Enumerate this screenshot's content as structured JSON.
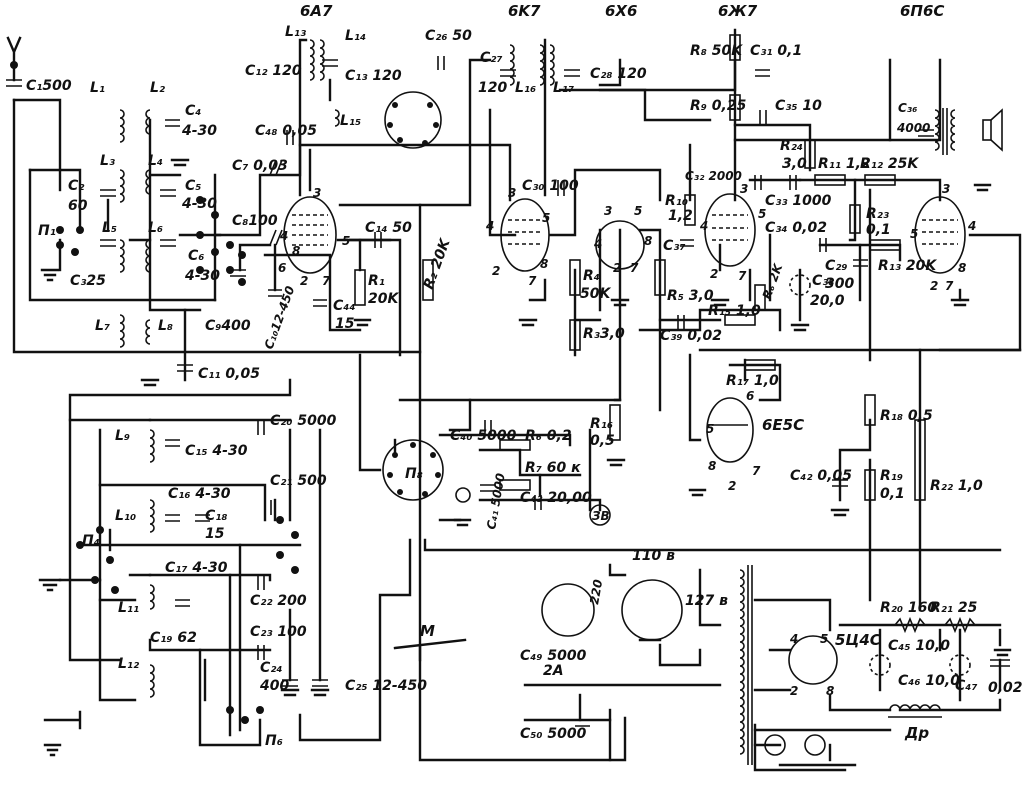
{
  "tubes": [
    {
      "id": "t1",
      "label": "6A7"
    },
    {
      "id": "t2",
      "label": "6K7"
    },
    {
      "id": "t3",
      "label": "6X6"
    },
    {
      "id": "t4",
      "label": "6Ж7"
    },
    {
      "id": "t5",
      "label": "6П6С"
    },
    {
      "id": "t6",
      "label": "6Е5С"
    },
    {
      "id": "t7",
      "label": "5Ц4С"
    }
  ],
  "labels": [
    {
      "id": "c1",
      "text": "C₁500"
    },
    {
      "id": "l1",
      "text": "L₁"
    },
    {
      "id": "l2",
      "text": "L₂"
    },
    {
      "id": "c4",
      "text": "C₄"
    },
    {
      "id": "c4v",
      "text": "4-30"
    },
    {
      "id": "l3",
      "text": "L₃"
    },
    {
      "id": "l4",
      "text": "L₄"
    },
    {
      "id": "c5",
      "text": "C₅"
    },
    {
      "id": "c5v",
      "text": "4-30"
    },
    {
      "id": "c2",
      "text": "C₂"
    },
    {
      "id": "c2v",
      "text": "60"
    },
    {
      "id": "p1",
      "text": "П₁"
    },
    {
      "id": "l5",
      "text": "L₅"
    },
    {
      "id": "l6",
      "text": "L₆"
    },
    {
      "id": "c3",
      "text": "C₃25"
    },
    {
      "id": "c6",
      "text": "C₆"
    },
    {
      "id": "c6v",
      "text": "4-30"
    },
    {
      "id": "l7",
      "text": "L₇"
    },
    {
      "id": "l8",
      "text": "L₈"
    },
    {
      "id": "c11",
      "text": "C₁₁ 0,05"
    },
    {
      "id": "c7",
      "text": "C₇ 0,03"
    },
    {
      "id": "c8",
      "text": "C₈100"
    },
    {
      "id": "c9",
      "text": "C₉400"
    },
    {
      "id": "c10",
      "text": "C₁₀12-450"
    },
    {
      "id": "c48",
      "text": "C₄₈ 0,05"
    },
    {
      "id": "l13",
      "text": "L₁₃"
    },
    {
      "id": "c12",
      "text": "C₁₂ 120"
    },
    {
      "id": "l14",
      "text": "L₁₄"
    },
    {
      "id": "c13",
      "text": "C₁₃ 120"
    },
    {
      "id": "l15",
      "text": "L₁₅"
    },
    {
      "id": "c26",
      "text": "C₂₆ 50"
    },
    {
      "id": "c14",
      "text": "C₁₄ 50"
    },
    {
      "id": "r1",
      "text": "R₁"
    },
    {
      "id": "r1v",
      "text": "20K"
    },
    {
      "id": "c44",
      "text": "C₄₄"
    },
    {
      "id": "c44v",
      "text": "15"
    },
    {
      "id": "r2",
      "text": "R₂ 20K"
    },
    {
      "id": "c27",
      "text": "C₂₇"
    },
    {
      "id": "c27v",
      "text": "120"
    },
    {
      "id": "l16",
      "text": "L₁₆"
    },
    {
      "id": "l17",
      "text": "L₁₇"
    },
    {
      "id": "c28",
      "text": "C₂₈ 120"
    },
    {
      "id": "c30",
      "text": "C₃₀ 100"
    },
    {
      "id": "r4",
      "text": "R₄"
    },
    {
      "id": "r4v",
      "text": "50K"
    },
    {
      "id": "r3",
      "text": "R₃3,0"
    },
    {
      "id": "r5",
      "text": "R₅ 3,0"
    },
    {
      "id": "c37",
      "text": "C₃₇"
    },
    {
      "id": "c39",
      "text": "C₃₉ 0,02"
    },
    {
      "id": "r8",
      "text": "R₈ 50K"
    },
    {
      "id": "c31",
      "text": "C₃₁ 0,1"
    },
    {
      "id": "r9",
      "text": "R₉ 0,25"
    },
    {
      "id": "c35",
      "text": "C₃₅ 10"
    },
    {
      "id": "c32",
      "text": "C₃₂ 2000"
    },
    {
      "id": "r10",
      "text": "R₁₀"
    },
    {
      "id": "r10v",
      "text": "1,2"
    },
    {
      "id": "r24",
      "text": "R₂₄"
    },
    {
      "id": "r24v",
      "text": "3,0"
    },
    {
      "id": "c33",
      "text": "C₃₃ 1000"
    },
    {
      "id": "r11",
      "text": "R₁₁ 1,2"
    },
    {
      "id": "r12",
      "text": "R₁₂ 25K"
    },
    {
      "id": "c36",
      "text": "C₃₆"
    },
    {
      "id": "c36v",
      "text": "4000"
    },
    {
      "id": "r23",
      "text": "R₂₃"
    },
    {
      "id": "r23v",
      "text": "0,1"
    },
    {
      "id": "c34",
      "text": "C₃₄ 0,02"
    },
    {
      "id": "c29",
      "text": "C₂₉"
    },
    {
      "id": "c29v",
      "text": "300"
    },
    {
      "id": "r13",
      "text": "R₁₃ 20K"
    },
    {
      "id": "r6",
      "text": "R₆ 2K"
    },
    {
      "id": "c38",
      "text": "C₃₈"
    },
    {
      "id": "c38v",
      "text": "20,0"
    },
    {
      "id": "r15",
      "text": "R₁₅ 1,0"
    },
    {
      "id": "r17",
      "text": "R₁₇ 1,0"
    },
    {
      "id": "r18",
      "text": "R₁₈ 0,5"
    },
    {
      "id": "c42",
      "text": "C₄₂ 0,05"
    },
    {
      "id": "r19",
      "text": "R₁₉"
    },
    {
      "id": "r19v",
      "text": "0,1"
    },
    {
      "id": "r22",
      "text": "R₂₂ 1,0"
    },
    {
      "id": "r16",
      "text": "R₁₆"
    },
    {
      "id": "r16v",
      "text": "0,5"
    },
    {
      "id": "c40",
      "text": "C₄₀ 5000"
    },
    {
      "id": "r6b",
      "text": "R₆ 0,2"
    },
    {
      "id": "r7",
      "text": "R₇ 60 к"
    },
    {
      "id": "c41",
      "text": "C₄₁ 5000"
    },
    {
      "id": "c43",
      "text": "C₄₃ 20,00"
    },
    {
      "id": "p8",
      "text": "П₈"
    },
    {
      "id": "zv",
      "text": "ЗВ"
    },
    {
      "id": "l9",
      "text": "L₉"
    },
    {
      "id": "c15",
      "text": "C₁₅ 4-30"
    },
    {
      "id": "c20",
      "text": "C₂₀ 5000"
    },
    {
      "id": "l10",
      "text": "L₁₀"
    },
    {
      "id": "c16",
      "text": "C₁₆ 4-30"
    },
    {
      "id": "c21",
      "text": "C₂₁ 500"
    },
    {
      "id": "c18",
      "text": "C₁₈"
    },
    {
      "id": "c18v",
      "text": "15"
    },
    {
      "id": "p4",
      "text": "П₄"
    },
    {
      "id": "c17",
      "text": "C₁₇ 4-30"
    },
    {
      "id": "l11",
      "text": "L₁₁"
    },
    {
      "id": "c22",
      "text": "C₂₂ 200"
    },
    {
      "id": "c19",
      "text": "C₁₉ 62"
    },
    {
      "id": "c23",
      "text": "C₂₃ 100"
    },
    {
      "id": "l12",
      "text": "L₁₂"
    },
    {
      "id": "c24",
      "text": "C₂₄"
    },
    {
      "id": "c24v",
      "text": "400"
    },
    {
      "id": "c25",
      "text": "C₂₅ 12-450"
    },
    {
      "id": "p6",
      "text": "П₆"
    },
    {
      "id": "m",
      "text": "M"
    },
    {
      "id": "v110",
      "text": "110 в"
    },
    {
      "id": "v220",
      "text": "220"
    },
    {
      "id": "v127",
      "text": "127 в"
    },
    {
      "id": "c49",
      "text": "C₄₉ 5000"
    },
    {
      "id": "f2a",
      "text": "2A"
    },
    {
      "id": "c50",
      "text": "C₅₀ 5000"
    },
    {
      "id": "r20",
      "text": "R₂₀ 160"
    },
    {
      "id": "r21",
      "text": "R₂₁ 25"
    },
    {
      "id": "c45",
      "text": "C₄₅ 10,0"
    },
    {
      "id": "c46",
      "text": "C₄₆ 10,0"
    },
    {
      "id": "c47",
      "text": "C₄₇"
    },
    {
      "id": "c002",
      "text": "0,02"
    },
    {
      "id": "dr",
      "text": "Др"
    }
  ]
}
